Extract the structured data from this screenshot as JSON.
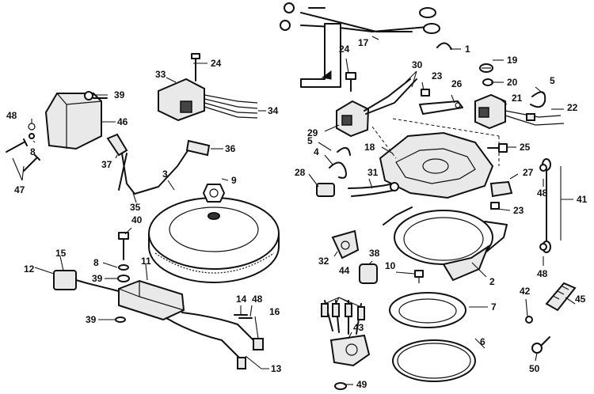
{
  "callouts": {
    "c1": "1",
    "c2": "2",
    "c3": "3",
    "c4": "4",
    "c5a": "5",
    "c5b": "5",
    "c6": "6",
    "c7": "7",
    "c8a": "8",
    "c8b": "8",
    "c9": "9",
    "c10": "10",
    "c11": "11",
    "c12": "12",
    "c13": "13",
    "c14": "14",
    "c15": "15",
    "c16": "16",
    "c17": "17",
    "c18": "18",
    "c19": "19",
    "c20": "20",
    "c21": "21",
    "c22": "22",
    "c23a": "23",
    "c23b": "23",
    "c24a": "24",
    "c24b": "24",
    "c25": "25",
    "c26": "26",
    "c27": "27",
    "c28": "28",
    "c29": "29",
    "c30": "30",
    "c31": "31",
    "c32": "32",
    "c33": "33",
    "c34": "34",
    "c35": "35",
    "c36": "36",
    "c37": "37",
    "c38": "38",
    "c39a": "39",
    "c39b": "39",
    "c39c": "39",
    "c40": "40",
    "c41": "41",
    "c42": "42",
    "c43": "43",
    "c44": "44",
    "c45": "45",
    "c46": "46",
    "c47": "47",
    "c48a": "48",
    "c48b": "48",
    "c48c": "48",
    "c48d": "48",
    "c49": "49",
    "c50": "50"
  }
}
